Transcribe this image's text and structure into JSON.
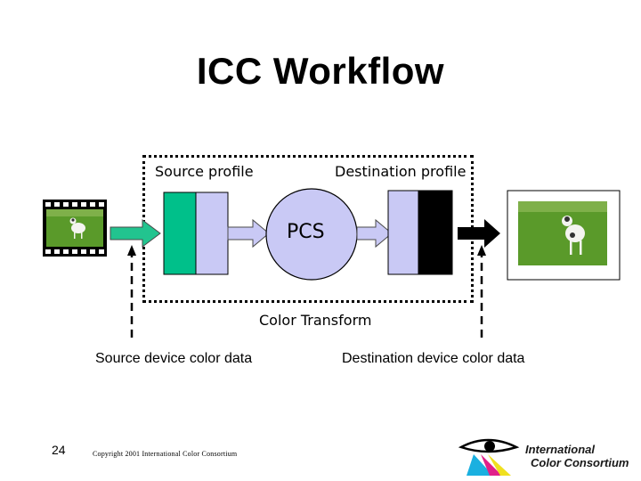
{
  "slide": {
    "title": "ICC Workflow",
    "page_number": "24",
    "copyright": "Copyright 2001 International Color Consortium"
  },
  "diagram": {
    "source_profile_label": "Source profile",
    "destination_profile_label": "Destination profile",
    "pcs_label": "PCS",
    "color_transform_label": "Color Transform",
    "source_data_label": "Source device color data",
    "destination_data_label": "Destination device color data"
  },
  "logo": {
    "line1": "International",
    "line2": "Color Consortium"
  },
  "colors": {
    "source_arrow": "#22c48f",
    "source_profile_green": "#00c08a",
    "profile_lavender": "#c9c9f5",
    "pcs_fill": "#c9c9f5",
    "destination_profile_black": "#000000",
    "field_green": "#5a9a2a"
  }
}
